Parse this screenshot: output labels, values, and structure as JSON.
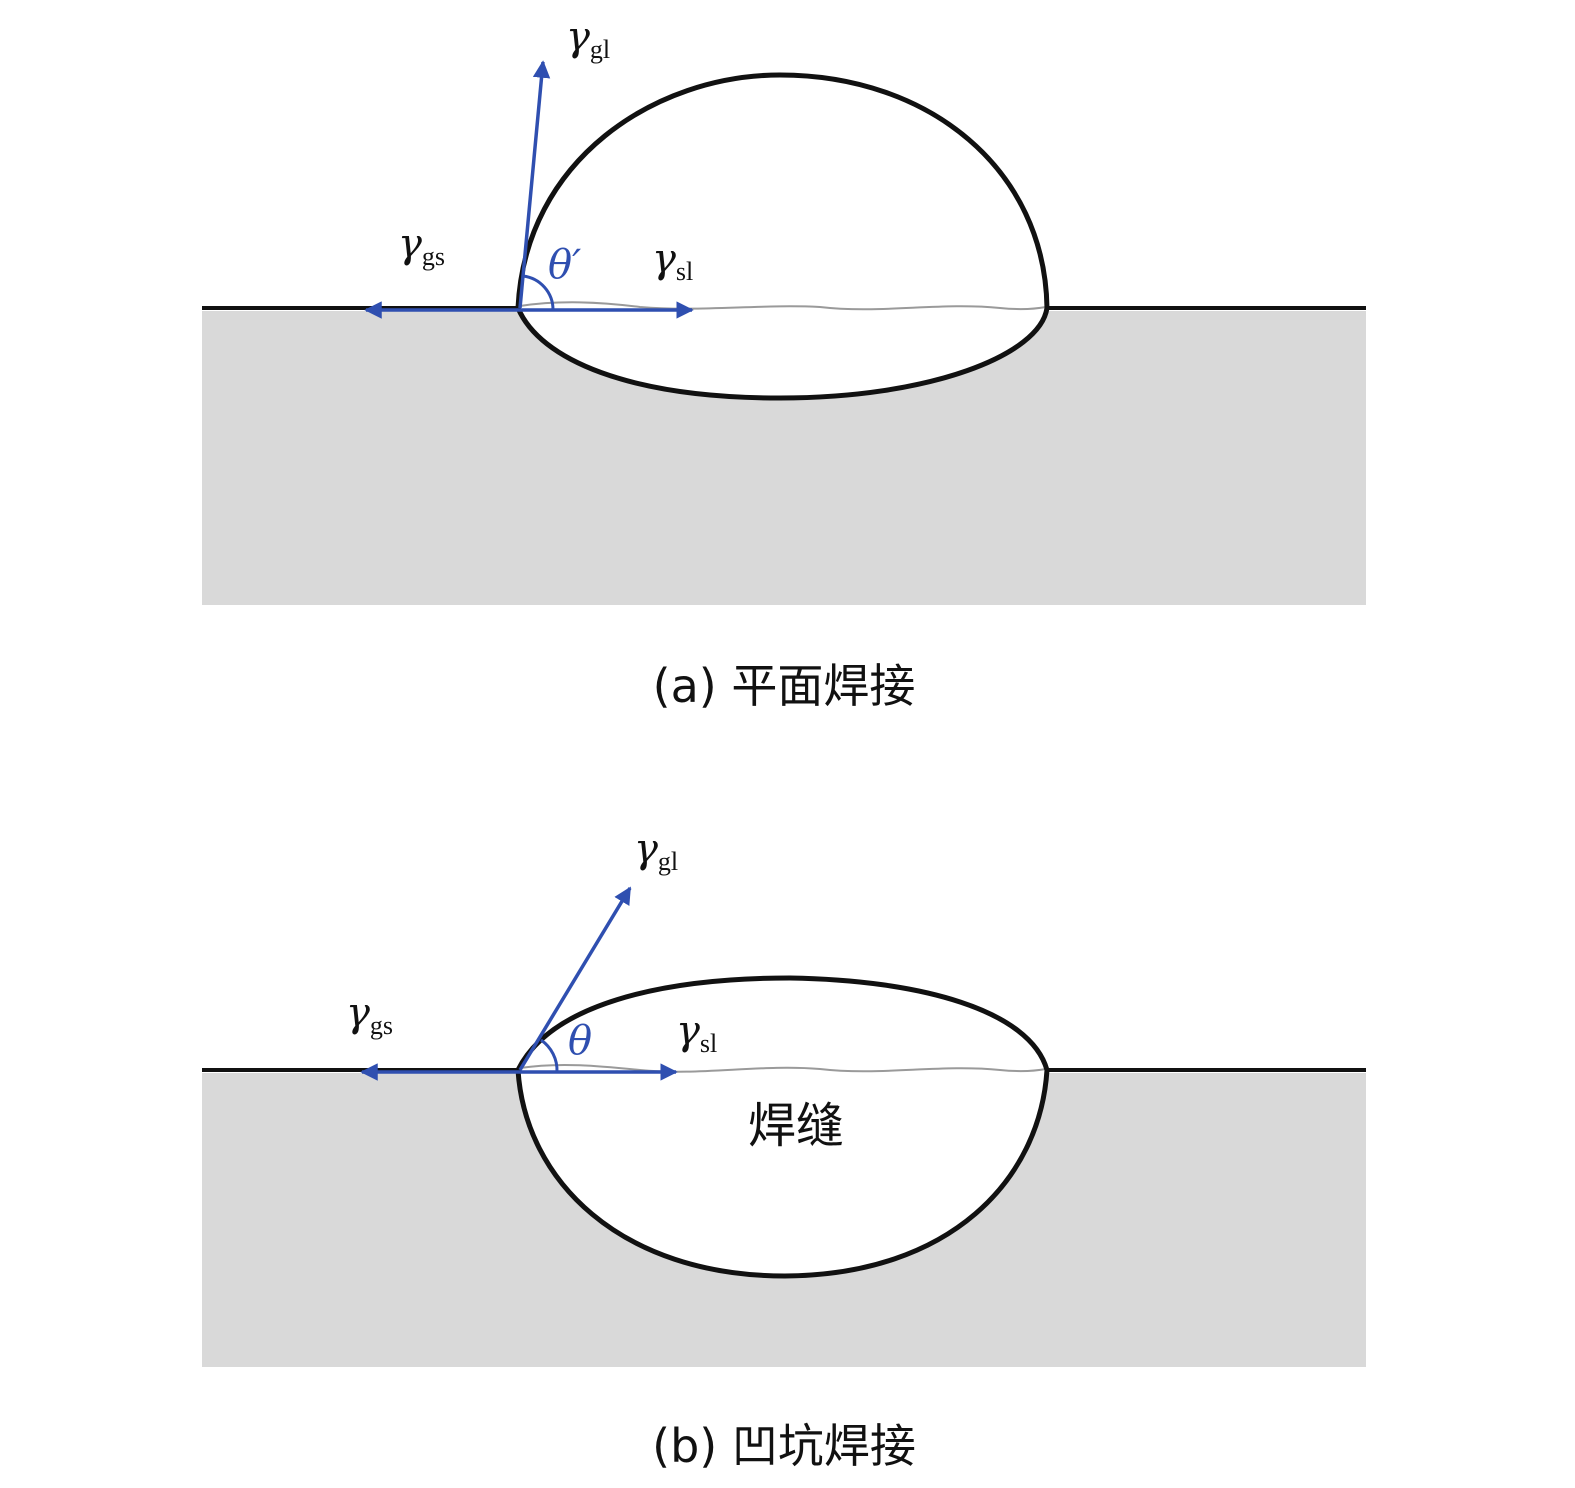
{
  "colors": {
    "substrate": "#d9d9d9",
    "outline": "#111111",
    "vector": "#2f4fb0",
    "interface": "#9a9a9a"
  },
  "panel_a": {
    "gamma": "γ",
    "sub_gl": "gl",
    "sub_gs": "gs",
    "sub_sl": "sl",
    "angle_label": "θ′",
    "caption": "(a) 平面焊接"
  },
  "panel_b": {
    "gamma": "γ",
    "sub_gl": "gl",
    "sub_gs": "gs",
    "sub_sl": "sl",
    "angle_label": "θ",
    "weld_label": "焊缝",
    "caption": "(b) 凹坑焊接"
  }
}
